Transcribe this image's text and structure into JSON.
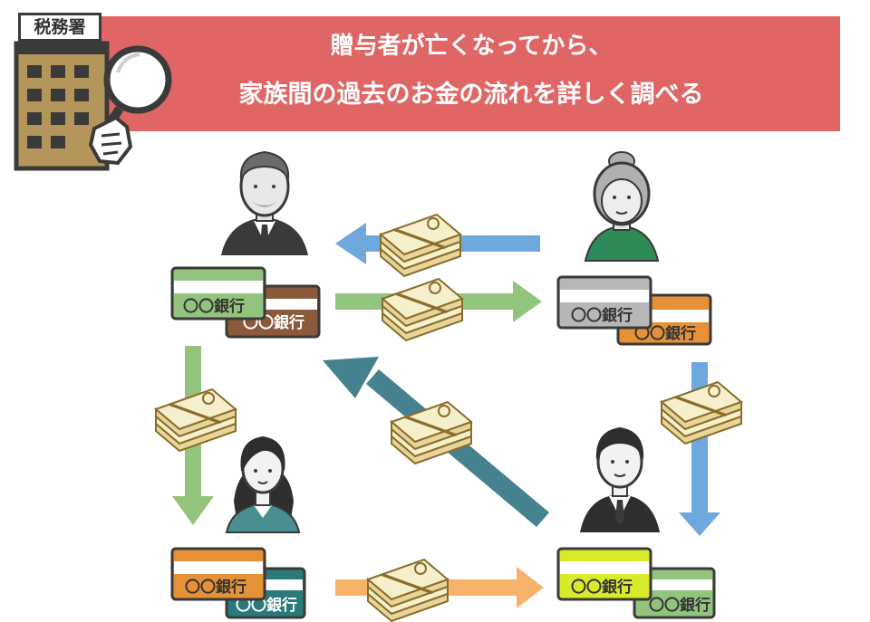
{
  "header": {
    "line1": "贈与者が亡くなってから、",
    "line2": "家族間の過去のお金の流れを詳しく調べる"
  },
  "tax_office": {
    "label": "税務署"
  },
  "people": [
    {
      "name": "grandfather",
      "bank_cards": [
        "〇〇銀行",
        "〇〇銀行"
      ]
    },
    {
      "name": "grandmother",
      "bank_cards": [
        "〇〇銀行",
        "〇〇銀行"
      ]
    },
    {
      "name": "woman",
      "bank_cards": [
        "〇〇銀行",
        "〇〇銀行"
      ]
    },
    {
      "name": "man",
      "bank_cards": [
        "〇〇銀行",
        "〇〇銀行"
      ]
    }
  ],
  "colors": {
    "banner": "#e06666",
    "arrow_blue": "#6fa8dc",
    "arrow_green": "#93c47d",
    "arrow_teal": "#45818e",
    "arrow_orange": "#f6b26b"
  }
}
